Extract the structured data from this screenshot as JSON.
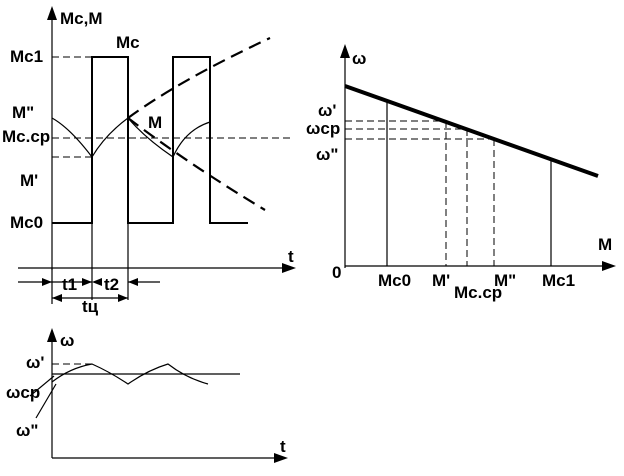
{
  "top_left": {
    "y_axis_label": "Mc,M",
    "t_label": "t",
    "Mc1": "Mc1",
    "Mc0": "Mc0",
    "Mc_curve": "Mc",
    "M_curve": "M",
    "M2": "M\"",
    "Mcp": "Mc.cp",
    "M1": "M'",
    "t1": "t1",
    "t2": "t2",
    "tc": "tц"
  },
  "bottom_left": {
    "omega": "ω",
    "omega1": "ω'",
    "omega_cp": "ωcp",
    "omega2": "ω\"",
    "t_label": "t"
  },
  "right": {
    "omega": "ω",
    "omega1": "ω'",
    "omega_cp": "ωcp",
    "omega2": "ω\"",
    "origin": "0",
    "M_axis": "M",
    "Mc0": "Mc0",
    "M1": "M'",
    "Mcp": "Mc.cp",
    "M2": "M\"",
    "Mc1": "Mc1"
  }
}
